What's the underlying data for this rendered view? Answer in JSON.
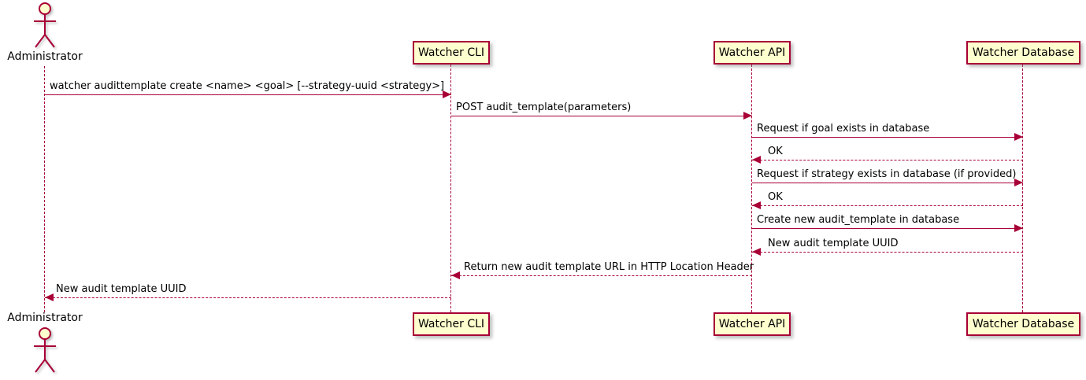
{
  "diagram": {
    "type": "sequence-diagram",
    "colors": {
      "accent": "#A80036",
      "participant_fill": "#FEFECE",
      "text": "#000000",
      "background": "#FFFFFF"
    },
    "participants": [
      {
        "name": "Administrator",
        "kind": "actor"
      },
      {
        "name": "Watcher CLI",
        "kind": "participant"
      },
      {
        "name": "Watcher API",
        "kind": "participant"
      },
      {
        "name": "Watcher Database",
        "kind": "participant"
      }
    ],
    "messages": [
      {
        "from": "Administrator",
        "to": "Watcher CLI",
        "style": "solid",
        "label": "watcher audittemplate create <name> <goal> [--strategy-uuid <strategy>]"
      },
      {
        "from": "Watcher CLI",
        "to": "Watcher API",
        "style": "solid",
        "label": "POST audit_template(parameters)"
      },
      {
        "from": "Watcher API",
        "to": "Watcher Database",
        "style": "solid",
        "label": "Request if goal exists in database"
      },
      {
        "from": "Watcher Database",
        "to": "Watcher API",
        "style": "dashed",
        "label": "OK"
      },
      {
        "from": "Watcher API",
        "to": "Watcher Database",
        "style": "solid",
        "label": "Request if strategy exists in database (if provided)"
      },
      {
        "from": "Watcher Database",
        "to": "Watcher API",
        "style": "dashed",
        "label": "OK"
      },
      {
        "from": "Watcher API",
        "to": "Watcher Database",
        "style": "solid",
        "label": "Create new audit_template in database"
      },
      {
        "from": "Watcher Database",
        "to": "Watcher API",
        "style": "dashed",
        "label": "New audit template UUID"
      },
      {
        "from": "Watcher API",
        "to": "Watcher CLI",
        "style": "dashed",
        "label": "Return new audit template URL in HTTP Location Header"
      },
      {
        "from": "Watcher CLI",
        "to": "Administrator",
        "style": "dashed",
        "label": "New audit template UUID"
      }
    ]
  }
}
